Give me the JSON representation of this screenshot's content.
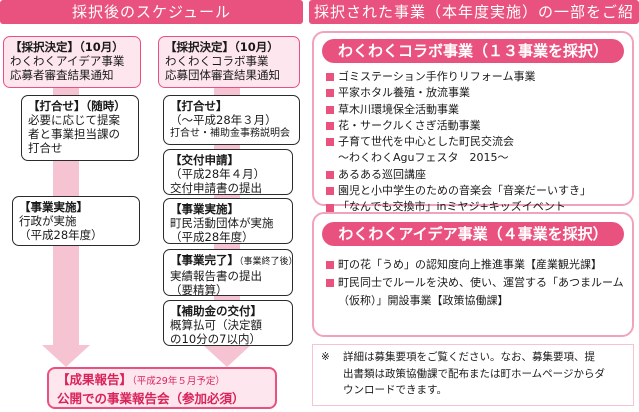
{
  "left_header": "採択後のスケジュール",
  "right_header": "採択された事業（本年度実施）の一部をご紹介",
  "left_column": {
    "decision": [
      "【採択決定】（10月）",
      "わくわくアイデア事業",
      "応募者審査結果通知"
    ],
    "meeting": [
      "【打合せ】（随時）",
      "必要に応じて提案",
      "者と事業担当課の",
      "打合せ"
    ],
    "implementation": [
      "【事業実施】",
      "行政が実施",
      "（平成28年度）"
    ]
  },
  "middle_column": {
    "decision": [
      "【採択決定】（10月）",
      "わくわくコラボ事業",
      "応募団体審査結果通知"
    ],
    "meeting": [
      "【打合せ】",
      "（～平成28年３月）",
      "打合せ・補助金事務説明会"
    ],
    "grant_application": [
      "【交付申請】",
      "（平成28年４月）",
      "交付申請書の提出"
    ],
    "implementation": [
      "【事業実施】",
      "町民活動団体が実施",
      "（平成28年度）"
    ],
    "completion_title": "【事業完了】",
    "completion_note": "（事業終了後）",
    "completion_lines": [
      "実績報告書の提出",
      "（要精算）"
    ],
    "grant_payment": [
      "【補助金の交付】",
      "概算払可（決定額",
      "の10分の7以内）"
    ]
  },
  "result_box": {
    "title": "【成果報告】",
    "title_note": "（平成29年５月予定）",
    "subtitle": "公開での事業報告会（参加必須）"
  },
  "collab_panel": {
    "title": "わくわくコラボ事業（１３事業を採択）",
    "items": [
      "ゴミステーション手作りリフォーム事業",
      "平家ホタル養殖・放流事業",
      "草木川環境保全活動事業",
      "花・サークルくさぎ活動事業",
      "子育て世代を中心とした町民交流会",
      "あるある巡回講座",
      "園児と小中学生のための音楽会「音楽だーいすき」",
      "「なんでも交換市」inミヤジ+キッズイベント"
    ],
    "sub_line": "～わくわくAguフェスタ　2015～"
  },
  "idea_panel": {
    "title": "わくわくアイデア事業（４事業を採択）",
    "item1": "町の花「うめ」の認知度向上推進事業【産業観光課】",
    "item2_line1": "町民同士でルールを決め、使い、運営する「あつまルーム",
    "item2_line2": "（仮称）」開設事業【政策協働課】"
  },
  "note": {
    "mark": "※",
    "lines": [
      "詳細は募集要項をご覧ください。なお、募集要項、提",
      "出書類は政策協働課で配布または町ホームページからダ",
      "ウンロードできます。"
    ]
  },
  "colors": {
    "accent": "#e9527e",
    "light_pink": "#f6c3d3",
    "pale_pink": "#fde6ee"
  }
}
